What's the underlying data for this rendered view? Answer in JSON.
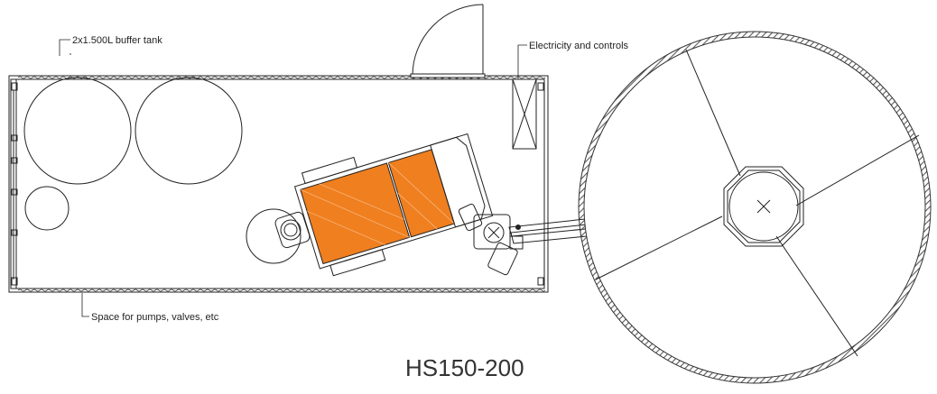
{
  "labels": {
    "buffer_tank": "2x1.500L buffer tank",
    "electricity": "Electricity and controls",
    "space": "Space for pumps, valves, etc",
    "model": "HS150-200"
  },
  "colors": {
    "line": "#222222",
    "boiler_fill": "#f07f1f",
    "silo_wall": "#4a4a4a"
  }
}
